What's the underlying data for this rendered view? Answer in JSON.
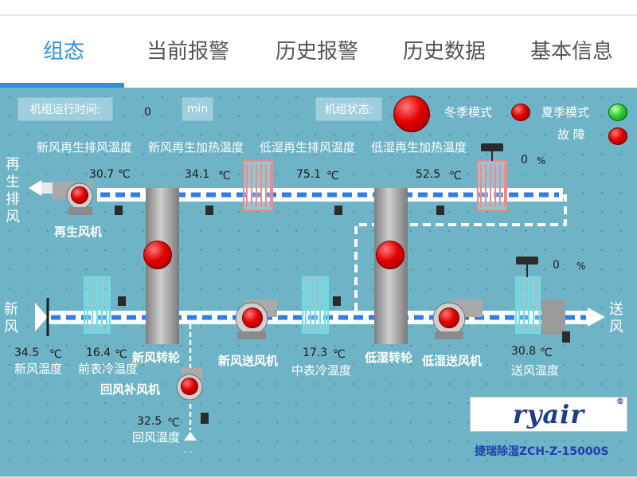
{
  "tabs": [
    {
      "label": "组态",
      "active": true
    },
    {
      "label": "当前报警",
      "active": false
    },
    {
      "label": "历史报警",
      "active": false
    },
    {
      "label": "历史数据",
      "active": false
    },
    {
      "label": "基本信息",
      "active": false
    }
  ],
  "header": {
    "runtime_label": "机组运行时间:",
    "runtime_value": "0",
    "runtime_unit": "min",
    "status_label": "机组状态:",
    "winter_mode": "冬季模式",
    "summer_mode": "夏季模式",
    "fault": "故 障"
  },
  "regen": {
    "side_label": "再生排风",
    "fan": "再生风机",
    "fresh_exhaust_temp_label": "新风再生排风温度",
    "fresh_exhaust_temp": "30.7",
    "fresh_heating_temp_label": "新风再生加热温度",
    "fresh_heating_temp": "34.1",
    "low_exhaust_temp_label": "低湿再生排风温度",
    "low_exhaust_temp": "75.1",
    "low_heating_temp_label": "低湿再生加热温度",
    "low_heating_temp": "52.5",
    "valve_percent": "0",
    "percent_unit": "%"
  },
  "process": {
    "fresh_side_label": "新风",
    "supply_side_label": "送风",
    "fresh_temp": "34.5",
    "fresh_temp_label": "新风温度",
    "pre_cool_temp": "16.4",
    "pre_cool_temp_label": "前表冷温度",
    "fresh_wheel": "新风转轮",
    "fresh_supply_fan": "新风送风机",
    "mid_cool_temp": "17.3",
    "mid_cool_temp_label": "中表冷温度",
    "low_wheel": "低湿转轮",
    "low_supply_fan": "低湿送风机",
    "supply_temp": "30.8",
    "supply_temp_label": "送风温度",
    "supply_valve_percent": "0",
    "return_fan": "回风补风机",
    "return_temp": "32.5",
    "return_temp_label": "回风温度"
  },
  "units": {
    "celsius": "℃"
  },
  "brand": {
    "logo": "ryair",
    "model": "捷瑞除湿ZCH-Z-15000S"
  },
  "colors": {
    "accent": "#2f8fd8",
    "panel": "#6fb3c6",
    "duct": "#2f7ee6",
    "alarm": "#e20000",
    "ok": "#2fd12f"
  }
}
